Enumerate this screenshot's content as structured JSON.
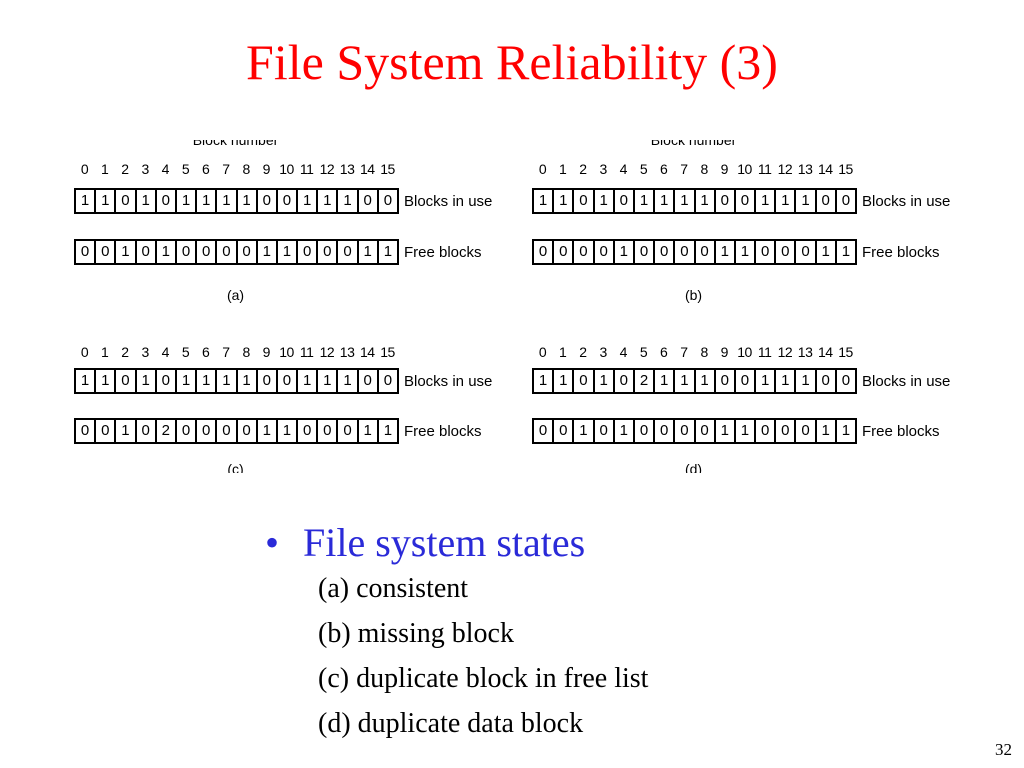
{
  "title": "File System Reliability (3)",
  "figure": {
    "block_number_caption": "Block number",
    "block_numbers": [
      "0",
      "1",
      "2",
      "3",
      "4",
      "5",
      "6",
      "7",
      "8",
      "9",
      "10",
      "11",
      "12",
      "13",
      "14",
      "15"
    ],
    "row_labels": {
      "in_use": "Blocks in use",
      "free": "Free blocks"
    },
    "panels": [
      {
        "letter": "(a)",
        "in_use": [
          "1",
          "1",
          "0",
          "1",
          "0",
          "1",
          "1",
          "1",
          "1",
          "0",
          "0",
          "1",
          "1",
          "1",
          "0",
          "0"
        ],
        "free": [
          "0",
          "0",
          "1",
          "0",
          "1",
          "0",
          "0",
          "0",
          "0",
          "1",
          "1",
          "0",
          "0",
          "0",
          "1",
          "1"
        ]
      },
      {
        "letter": "(b)",
        "in_use": [
          "1",
          "1",
          "0",
          "1",
          "0",
          "1",
          "1",
          "1",
          "1",
          "0",
          "0",
          "1",
          "1",
          "1",
          "0",
          "0"
        ],
        "free": [
          "0",
          "0",
          "0",
          "0",
          "1",
          "0",
          "0",
          "0",
          "0",
          "1",
          "1",
          "0",
          "0",
          "0",
          "1",
          "1"
        ]
      },
      {
        "letter": "(c)",
        "in_use": [
          "1",
          "1",
          "0",
          "1",
          "0",
          "1",
          "1",
          "1",
          "1",
          "0",
          "0",
          "1",
          "1",
          "1",
          "0",
          "0"
        ],
        "free": [
          "0",
          "0",
          "1",
          "0",
          "2",
          "0",
          "0",
          "0",
          "0",
          "1",
          "1",
          "0",
          "0",
          "0",
          "1",
          "1"
        ]
      },
      {
        "letter": "(d)",
        "in_use": [
          "1",
          "1",
          "0",
          "1",
          "0",
          "2",
          "1",
          "1",
          "1",
          "0",
          "0",
          "1",
          "1",
          "1",
          "0",
          "0"
        ],
        "free": [
          "0",
          "0",
          "1",
          "0",
          "1",
          "0",
          "0",
          "0",
          "0",
          "1",
          "1",
          "0",
          "0",
          "0",
          "1",
          "1"
        ]
      }
    ]
  },
  "bullet": {
    "heading": "File system states",
    "items": [
      "(a) consistent",
      "(b) missing block",
      "(c) duplicate block in free list",
      "(d) duplicate data block"
    ]
  },
  "page_number": "32",
  "colors": {
    "title": "#ff0000",
    "bullet_heading": "#2a2ad8",
    "text": "#000000"
  }
}
